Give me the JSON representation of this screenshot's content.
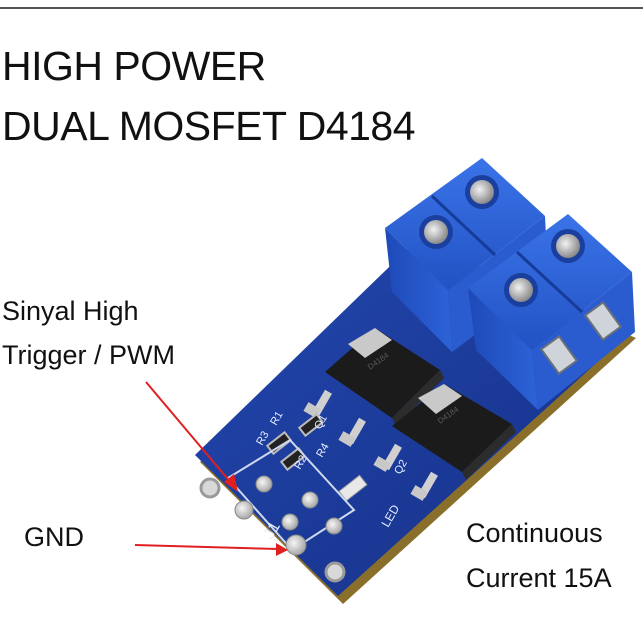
{
  "title": {
    "line1": "HIGH POWER",
    "line2": "DUAL MOSFET D4184"
  },
  "labels": {
    "trigger_line1": "Sinyal High",
    "trigger_line2": "Trigger / PWM",
    "gnd": "GND",
    "current_line1": "Continuous",
    "current_line2": "Current 15A"
  },
  "board": {
    "silkscreen": {
      "q1": "Q1",
      "q2": "Q2",
      "r1": "R1",
      "r2": "R2",
      "r3": "R3",
      "r4": "R4",
      "led": "LED",
      "j1": "J1"
    },
    "mosfet_marking": "D4184"
  },
  "colors": {
    "pcb": "#1c3fa0",
    "terminal": "#2a5fd0",
    "arrow": "#e02020",
    "text": "#111111"
  }
}
